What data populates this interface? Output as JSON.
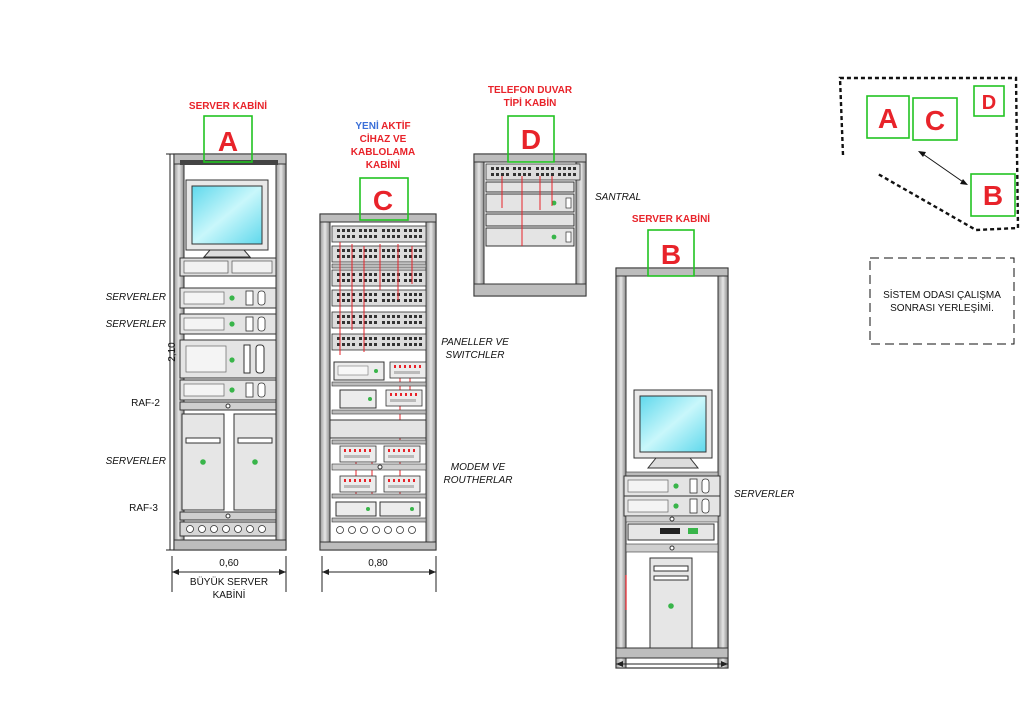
{
  "colors": {
    "accent_red": "#e8232a",
    "accent_blue": "#3a6fd8",
    "label_green": "#22c322",
    "screen": "#7fe6f2",
    "rack": "#c8c8c8"
  },
  "labels": {
    "server_cabinet_a_title": "SERVER KABİNİ",
    "letter_a": "A",
    "letter_b": "B",
    "letter_c": "C",
    "letter_d": "D",
    "cabinet_c_yeni": "YENİ",
    "cabinet_c_line1_rest": " AKTİF",
    "cabinet_c_line2": "CİHAZ VE",
    "cabinet_c_line3": "KABLOLAMA",
    "cabinet_c_line4": "KABİNİ",
    "cabinet_d_line1": "TELEFON DUVAR",
    "cabinet_d_line2": "TİPİ KABİN",
    "server_cabinet_b_title": "SERVER KABİNİ",
    "santral": "SANTRAL",
    "serverler_1": "SERVERLER",
    "serverler_2": "SERVERLER",
    "raf_2": "RAF-2",
    "serverler_3": "SERVERLER",
    "raf_3": "RAF-3",
    "height_dim": "2,10",
    "width_a": "0,60",
    "width_c": "0,80",
    "caption_a_line1": "BÜYÜK SERVER",
    "caption_a_line2": "KABİNİ",
    "paneller_line1": "PANELLER VE",
    "paneller_line2": "SWITCHLER",
    "modem_line1": "MODEM VE",
    "modem_line2": "ROUTHERLAR",
    "serverler_b": "SERVERLER",
    "note_line1": "SİSTEM ODASI ÇALIŞMA",
    "note_line2": "SONRASI  YERLEŞİMİ."
  }
}
